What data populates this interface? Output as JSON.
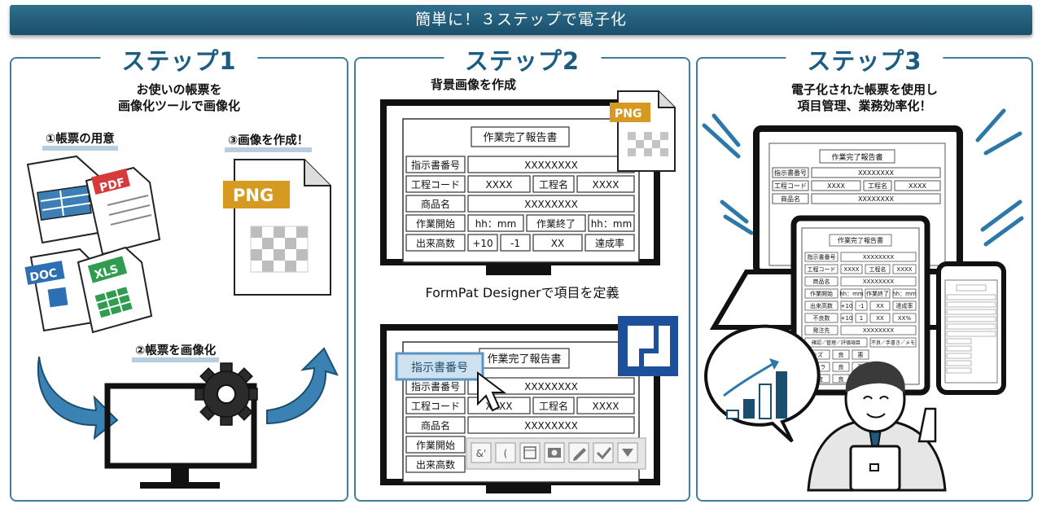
{
  "banner": {
    "title": "簡単に！３ステップで電子化"
  },
  "step1": {
    "title": "ステップ1",
    "desc_line1": "お使いの帳票を",
    "desc_line2": "画像化ツールで画像化",
    "label_prepare": "①帳票の用意",
    "label_imaging": "②帳票を画像化",
    "label_create": "③画像を作成！",
    "file_pdf": "PDF",
    "file_doc": "DOC",
    "file_xls": "XLS",
    "file_png": "PNG"
  },
  "step2": {
    "title": "ステップ2",
    "desc_background": "背景画像を作成",
    "desc_designer": "FormPat Designerで項目を定義",
    "png_badge": "PNG",
    "form": {
      "title": "作業完了報告書",
      "instruction_no": "指示書番号",
      "instruction_value": "XXXXXXXX",
      "process_code": "工程コード",
      "process_code_value": "XXXX",
      "process_name": "工程名",
      "process_name_value": "XXXX",
      "product_name": "商品名",
      "product_value": "XXXXXXXX",
      "work_start": "作業開始",
      "work_start_value": "hh：mm",
      "work_end": "作業終了",
      "work_end_value": "hh：mm",
      "output_count": "出来高数",
      "plus_value": "+10",
      "minus_value": "-1",
      "xx_value": "XX",
      "achievement": "達成率"
    },
    "highlight_field": "指示書番号",
    "toolbar": {
      "text_tool": "&'",
      "paren_tool": "("
    }
  },
  "step3": {
    "title": "ステップ3",
    "desc_line1": "電子化された帳票を使用し",
    "desc_line2": "項目管理、業務効率化！",
    "tablet": {
      "defect_count": "不良数",
      "xx_percent": "XX%",
      "orderer": "発注先",
      "confirm": "確認／管理／評価項目",
      "quality": "不良／手書き／メモ",
      "scratch": "キズ",
      "uneven": "色ムラ",
      "thickness": "厚度",
      "good": "良",
      "bad": "悪",
      "one": "1"
    }
  },
  "colors": {
    "primary": "#1c5c82",
    "banner": "#1f5a78",
    "accent": "#2c78a8",
    "tag": "#d79a20"
  }
}
